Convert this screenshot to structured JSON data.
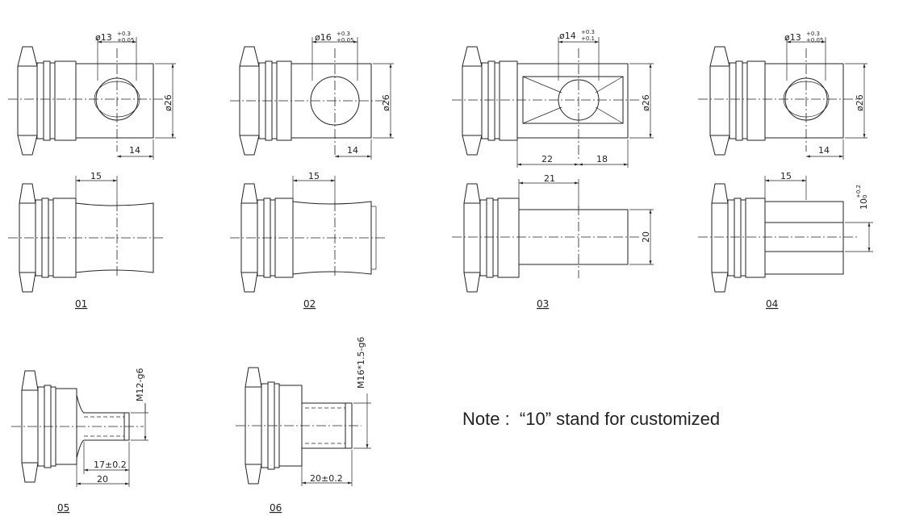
{
  "variants": [
    {
      "label": "01",
      "top_view": {
        "hole_dia": "ø13",
        "tol_upper": "+0.3",
        "tol_lower": "+0.05",
        "body_dia": "ø26",
        "hole_offset": "14"
      },
      "side_view": {
        "length": "15"
      }
    },
    {
      "label": "02",
      "top_view": {
        "hole_dia": "ø16",
        "tol_upper": "+0.3",
        "tol_lower": "+0.05",
        "body_dia": "ø26",
        "hole_offset": "14"
      },
      "side_view": {
        "length": "15"
      }
    },
    {
      "label": "03",
      "top_view": {
        "hole_dia": "ø14",
        "tol_upper": "+0.3",
        "tol_lower": "+0.1",
        "body_dia": "ø26",
        "dim_left": "22",
        "dim_right": "18"
      },
      "side_view": {
        "length": "21",
        "thickness": "20"
      }
    },
    {
      "label": "04",
      "top_view": {
        "hole_dia": "ø13",
        "tol_upper": "+0.3",
        "tol_lower": "+0.05",
        "body_dia": "ø26",
        "hole_offset": "14"
      },
      "side_view": {
        "length": "15",
        "slot": "10",
        "slot_tol_upper": "+0.2",
        "slot_tol_lower": "0"
      }
    },
    {
      "label": "05",
      "thread": "M12-g6",
      "thread_length": "17±0.2",
      "total_length": "20"
    },
    {
      "label": "06",
      "thread": "M16*1.5-g6",
      "thread_length": "20±0.2"
    }
  ],
  "note": "Note :  “10” stand for customized"
}
